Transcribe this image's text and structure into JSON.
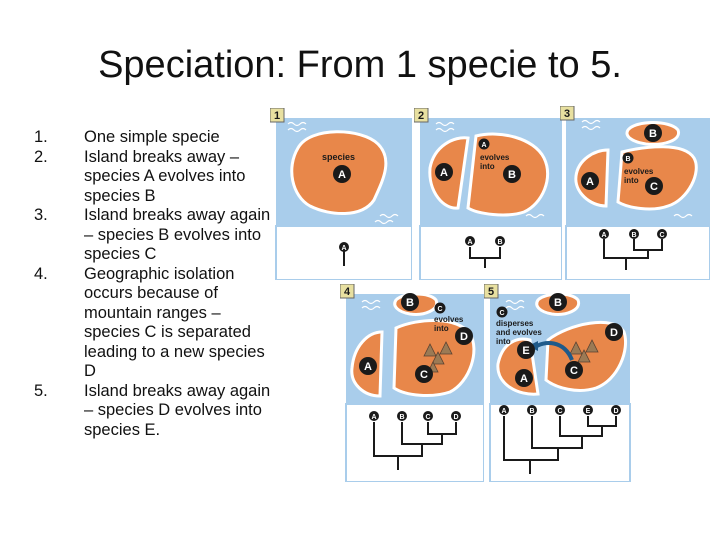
{
  "slide": {
    "title": "Speciation: From 1 specie to 5.",
    "steps": [
      {
        "num": "1.",
        "text": "One simple specie"
      },
      {
        "num": "2.",
        "text": "Island breaks away – species A evolves into species B"
      },
      {
        "num": "3.",
        "text": "Island breaks away again – species B evolves into species C"
      },
      {
        "num": "4.",
        "text": "Geographic isolation occurs because of mountain ranges – species C is separated leading to a new species D"
      },
      {
        "num": "5.",
        "text": "Island breaks away again – species D evolves into species E."
      }
    ]
  },
  "figure": {
    "colors": {
      "water": "#a9cdeb",
      "island": "#e8874a",
      "marker": "#1a1a1a",
      "tree_bg": "#ffffff",
      "badge": "#e8e0a0"
    },
    "panels": [
      {
        "badge": "1",
        "labels": {
          "text": "species"
        },
        "species": [
          "A"
        ],
        "tree_tips": [
          "A"
        ]
      },
      {
        "badge": "2",
        "labels": {
          "text1": "evolves",
          "text2": "into"
        },
        "species": [
          "A",
          "A",
          "B"
        ],
        "tree_tips": [
          "A",
          "B"
        ]
      },
      {
        "badge": "3",
        "labels": {
          "text1": "evolves",
          "text2": "into"
        },
        "species": [
          "B",
          "B",
          "A",
          "C"
        ],
        "tree_tips": [
          "A",
          "B",
          "C"
        ]
      },
      {
        "badge": "4",
        "labels": {
          "text1": "evolves",
          "text2": "into"
        },
        "species": [
          "B",
          "C",
          "A",
          "C",
          "D"
        ],
        "tree_tips": [
          "A",
          "B",
          "C",
          "D"
        ]
      },
      {
        "badge": "5",
        "labels": {
          "text1": "disperses",
          "text2": "and evolves",
          "text3": "into"
        },
        "species": [
          "B",
          "C",
          "D",
          "E",
          "A",
          "C"
        ],
        "tree_tips": [
          "A",
          "B",
          "C",
          "E",
          "D"
        ]
      }
    ]
  }
}
